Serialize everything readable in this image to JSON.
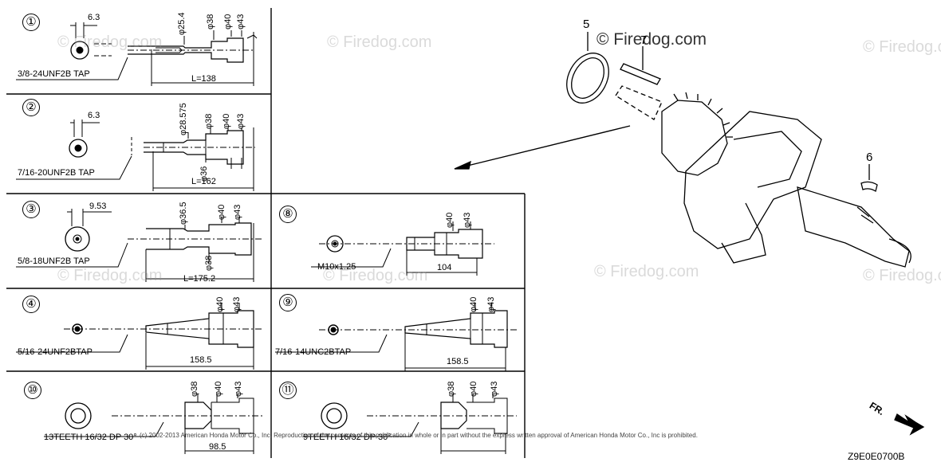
{
  "watermark": "© Firedog.com",
  "copyright": "(c) 2002-2013 American Honda Motor Co., Inc. Reproduction of the contents of this publication in whole or in part without the express written approval of American Honda Motor Co., Inc is prohibited.",
  "diagram_code": "Z9E0E0700B",
  "front_label": "FR.",
  "callouts": {
    "c5": "5",
    "c6": "6",
    "c7": "7"
  },
  "panels": {
    "p1": {
      "num": "①",
      "thread": "3/8-24UNF2B TAP",
      "offset": "6.3",
      "d1": "φ25.4",
      "d2": "φ38",
      "d3": "φ40",
      "d4": "φ43",
      "length": "L=138"
    },
    "p2": {
      "num": "②",
      "thread": "7/16-20UNF2B TAP",
      "offset": "6.3",
      "d1": "φ28.575",
      "d2": "φ38",
      "d3": "φ40",
      "d4": "φ43",
      "d5": "φ36",
      "length": "L=162"
    },
    "p3": {
      "num": "③",
      "thread": "5/8-18UNF2B TAP",
      "offset": "9.53",
      "d1": "φ36.5",
      "d3": "φ40",
      "d4": "φ43",
      "d5": "φ38",
      "length": "L=175.2"
    },
    "p4": {
      "num": "④",
      "thread": "5/16-24UNF2BTAP",
      "d3": "φ40",
      "d4": "φ43",
      "length": "158.5"
    },
    "p8": {
      "num": "⑧",
      "thread": "M10x1.25",
      "d3": "φ40",
      "d4": "φ43",
      "length": "104"
    },
    "p9": {
      "num": "⑨",
      "thread": "7/16-14UNC2BTAP",
      "d3": "φ40",
      "d4": "φ43",
      "length": "158.5"
    },
    "p10": {
      "num": "⑩",
      "thread": "13TEETH 16/32 DP 30°",
      "d2": "φ38",
      "d3": "φ40",
      "d4": "φ43",
      "length": "98.5"
    },
    "p11": {
      "num": "⑪",
      "thread": "9TEETH 16/32 DP 30°",
      "d2": "φ38",
      "d3": "φ40",
      "d4": "φ43"
    }
  }
}
